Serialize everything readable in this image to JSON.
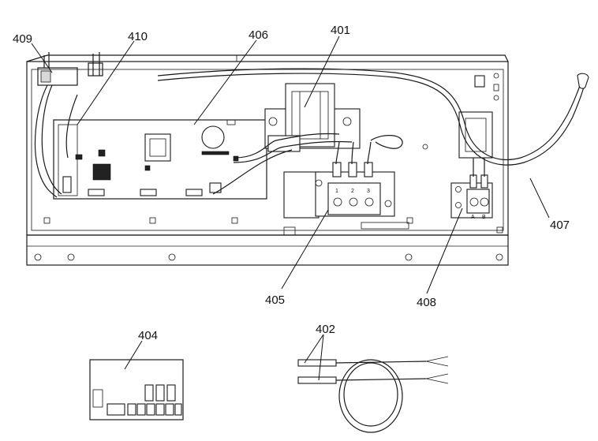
{
  "callouts": {
    "c401": "401",
    "c402": "402",
    "c404": "404",
    "c405": "405",
    "c406": "406",
    "c407": "407",
    "c408": "408",
    "c409": "409",
    "c410": "410"
  },
  "terminal_block_power": {
    "t1": "1",
    "t2": "2",
    "t3": "3"
  },
  "terminal_block_signal": {
    "a": "A",
    "b": "B"
  }
}
